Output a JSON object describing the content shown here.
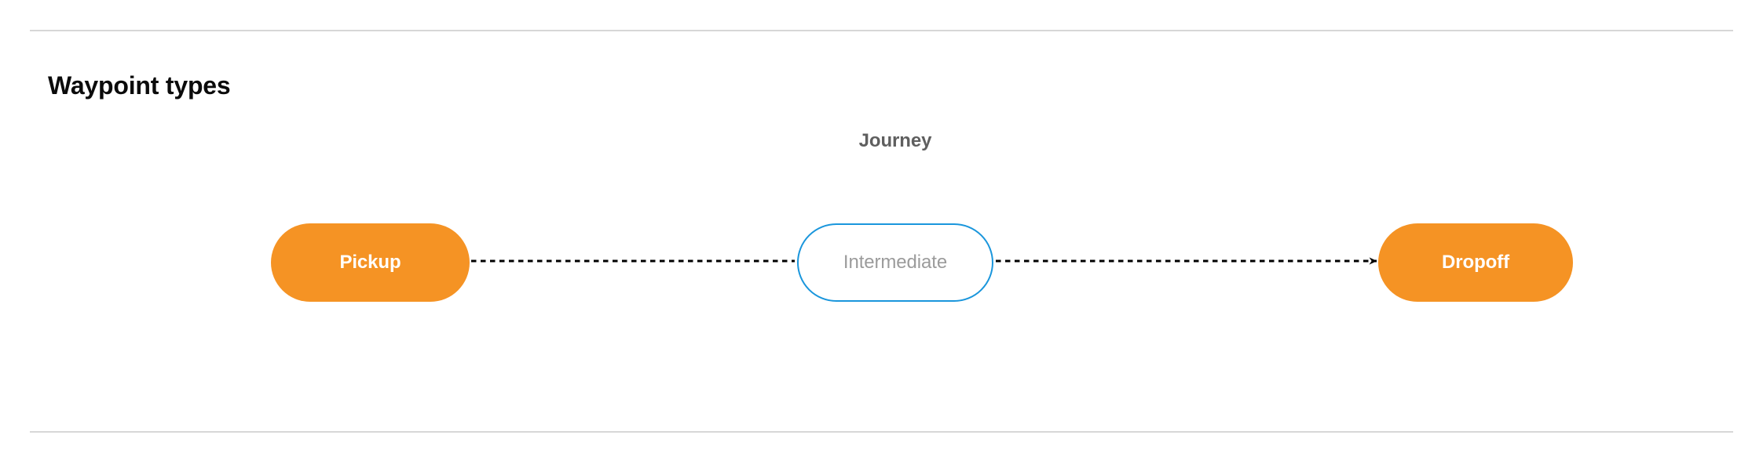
{
  "section": {
    "title": "Waypoint types"
  },
  "diagram": {
    "cluster_label": "Journey",
    "nodes": [
      {
        "id": "pickup",
        "label": "Pickup",
        "kind": "terminal"
      },
      {
        "id": "intermediate",
        "label": "Intermediate",
        "kind": "intermediate"
      },
      {
        "id": "dropoff",
        "label": "Dropoff",
        "kind": "terminal"
      }
    ],
    "edges": [
      {
        "from": "pickup",
        "to": "intermediate",
        "style": "dashed",
        "arrowhead": false
      },
      {
        "from": "intermediate",
        "to": "dropoff",
        "style": "dashed",
        "arrowhead": true
      }
    ]
  },
  "colors": {
    "terminal_fill": "#f59324",
    "terminal_text": "#ffffff",
    "intermediate_border": "#1a96dc",
    "intermediate_text": "#9b9b9b",
    "cluster_label_text": "#5f5f5f",
    "title_text": "#0b0b0b",
    "divider": "#d7d7d7",
    "edge": "#000000"
  }
}
